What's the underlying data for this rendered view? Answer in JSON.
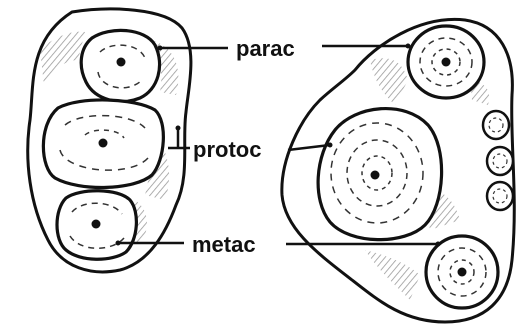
{
  "labels": {
    "parac": "parac",
    "protoc": "protoc",
    "metac": "metac"
  },
  "colors": {
    "ink": "#111111",
    "hatch": "#9a9a9a",
    "background": "#ffffff"
  }
}
